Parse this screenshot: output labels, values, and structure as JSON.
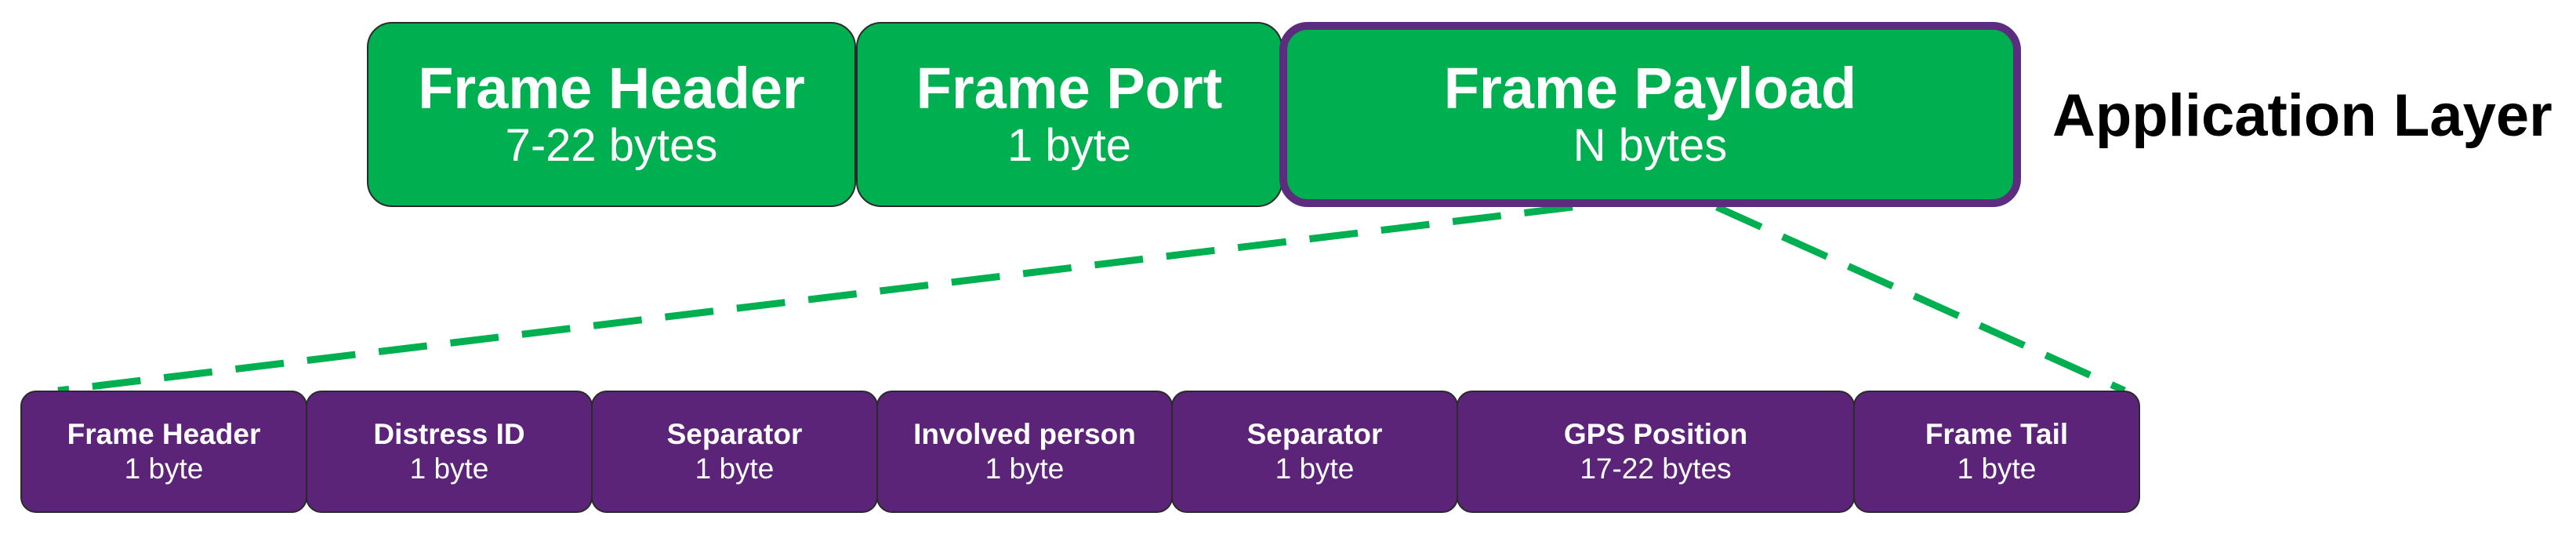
{
  "application_layer": {
    "label": "Application Layer",
    "frames": [
      {
        "title": "Frame Header",
        "size": "7-22 bytes"
      },
      {
        "title": "Frame Port",
        "size": "1 byte"
      },
      {
        "title": "Frame Payload",
        "size": "N bytes"
      }
    ]
  },
  "payload_fields": [
    {
      "title": "Frame Header",
      "size": "1 byte"
    },
    {
      "title": "Distress ID",
      "size": "1 byte"
    },
    {
      "title": "Separator",
      "size": "1 byte"
    },
    {
      "title": "Involved person",
      "size": "1 byte"
    },
    {
      "title": "Separator",
      "size": "1 byte"
    },
    {
      "title": "GPS Position",
      "size": "17-22 bytes"
    },
    {
      "title": "Frame Tail",
      "size": "1 byte"
    }
  ],
  "colors": {
    "frame_fill": "#00b050",
    "highlight_border": "#5c2d7e",
    "field_fill": "#5b2479",
    "connector": "#00b050"
  }
}
